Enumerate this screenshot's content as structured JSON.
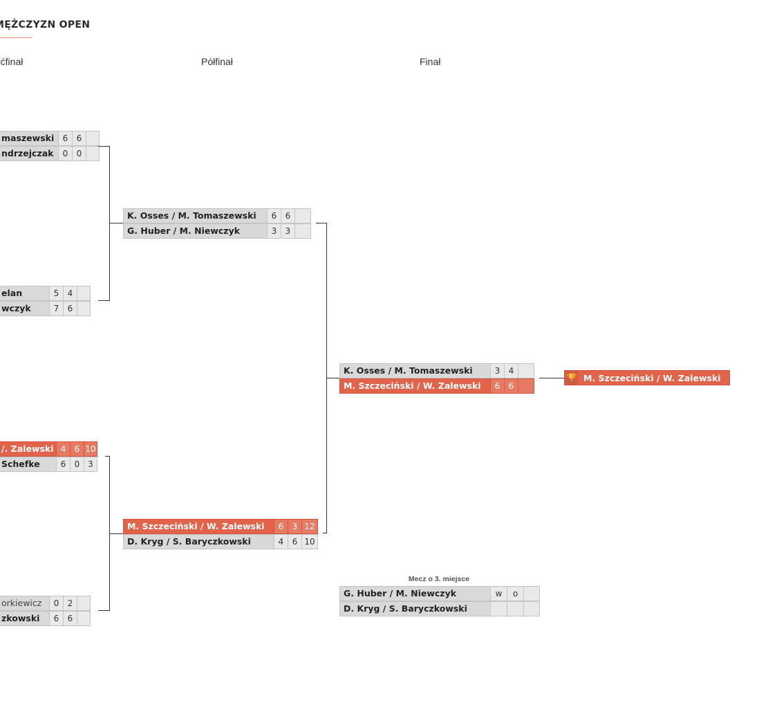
{
  "header": {
    "title": "MĘŻCZYZN OPEN"
  },
  "rounds": {
    "quarter": "rćfinał",
    "semi": "Półfinał",
    "final": "Finał"
  },
  "quarterfinals": [
    {
      "p1": {
        "name": "maszewski",
        "scores": [
          "6",
          "6",
          ""
        ]
      },
      "p2": {
        "name": "ndrzejczak",
        "scores": [
          "0",
          "0",
          ""
        ]
      }
    },
    {
      "p1": {
        "name": "elan",
        "scores": [
          "5",
          "4",
          ""
        ]
      },
      "p2": {
        "name": "wczyk",
        "scores": [
          "7",
          "6",
          ""
        ]
      }
    },
    {
      "p1": {
        "name": "/. Zalewski",
        "scores": [
          "4",
          "6",
          "10"
        ]
      },
      "p2": {
        "name": "Schefke",
        "scores": [
          "6",
          "0",
          "3"
        ]
      }
    },
    {
      "p1": {
        "name": "orkiewicz",
        "scores": [
          "0",
          "2",
          ""
        ]
      },
      "p2": {
        "name": "zkowski",
        "scores": [
          "6",
          "6",
          ""
        ]
      }
    }
  ],
  "semifinals": [
    {
      "p1": {
        "name": "K. Osses / M. Tomaszewski",
        "scores": [
          "6",
          "6",
          ""
        ]
      },
      "p2": {
        "name": "G. Huber / M. Niewczyk",
        "scores": [
          "3",
          "3",
          ""
        ]
      }
    },
    {
      "p1": {
        "name": "M. Szczeciński / W. Zalewski",
        "scores": [
          "6",
          "3",
          "12"
        ]
      },
      "p2": {
        "name": "D. Kryg / S. Baryczkowski",
        "scores": [
          "4",
          "6",
          "10"
        ]
      }
    }
  ],
  "final": {
    "p1": {
      "name": "K. Osses / M. Tomaszewski",
      "scores": [
        "3",
        "4",
        ""
      ]
    },
    "p2": {
      "name": "M. Szczeciński / W. Zalewski",
      "scores": [
        "6",
        "6",
        ""
      ]
    }
  },
  "champion": {
    "name": "M. Szczeciński / W. Zalewski",
    "icon": "trophy-icon"
  },
  "third_place": {
    "label": "Mecz o 3. miejsce",
    "p1": {
      "name": "G. Huber / M. Niewczyk",
      "scores": [
        "w",
        "o",
        ""
      ]
    },
    "p2": {
      "name": "D. Kryg / S. Baryczkowski",
      "scores": [
        "",
        "",
        ""
      ]
    }
  },
  "colors": {
    "winner": "#e0634a",
    "loser": "#d9d9d9",
    "accent_line": "#e98f77"
  }
}
